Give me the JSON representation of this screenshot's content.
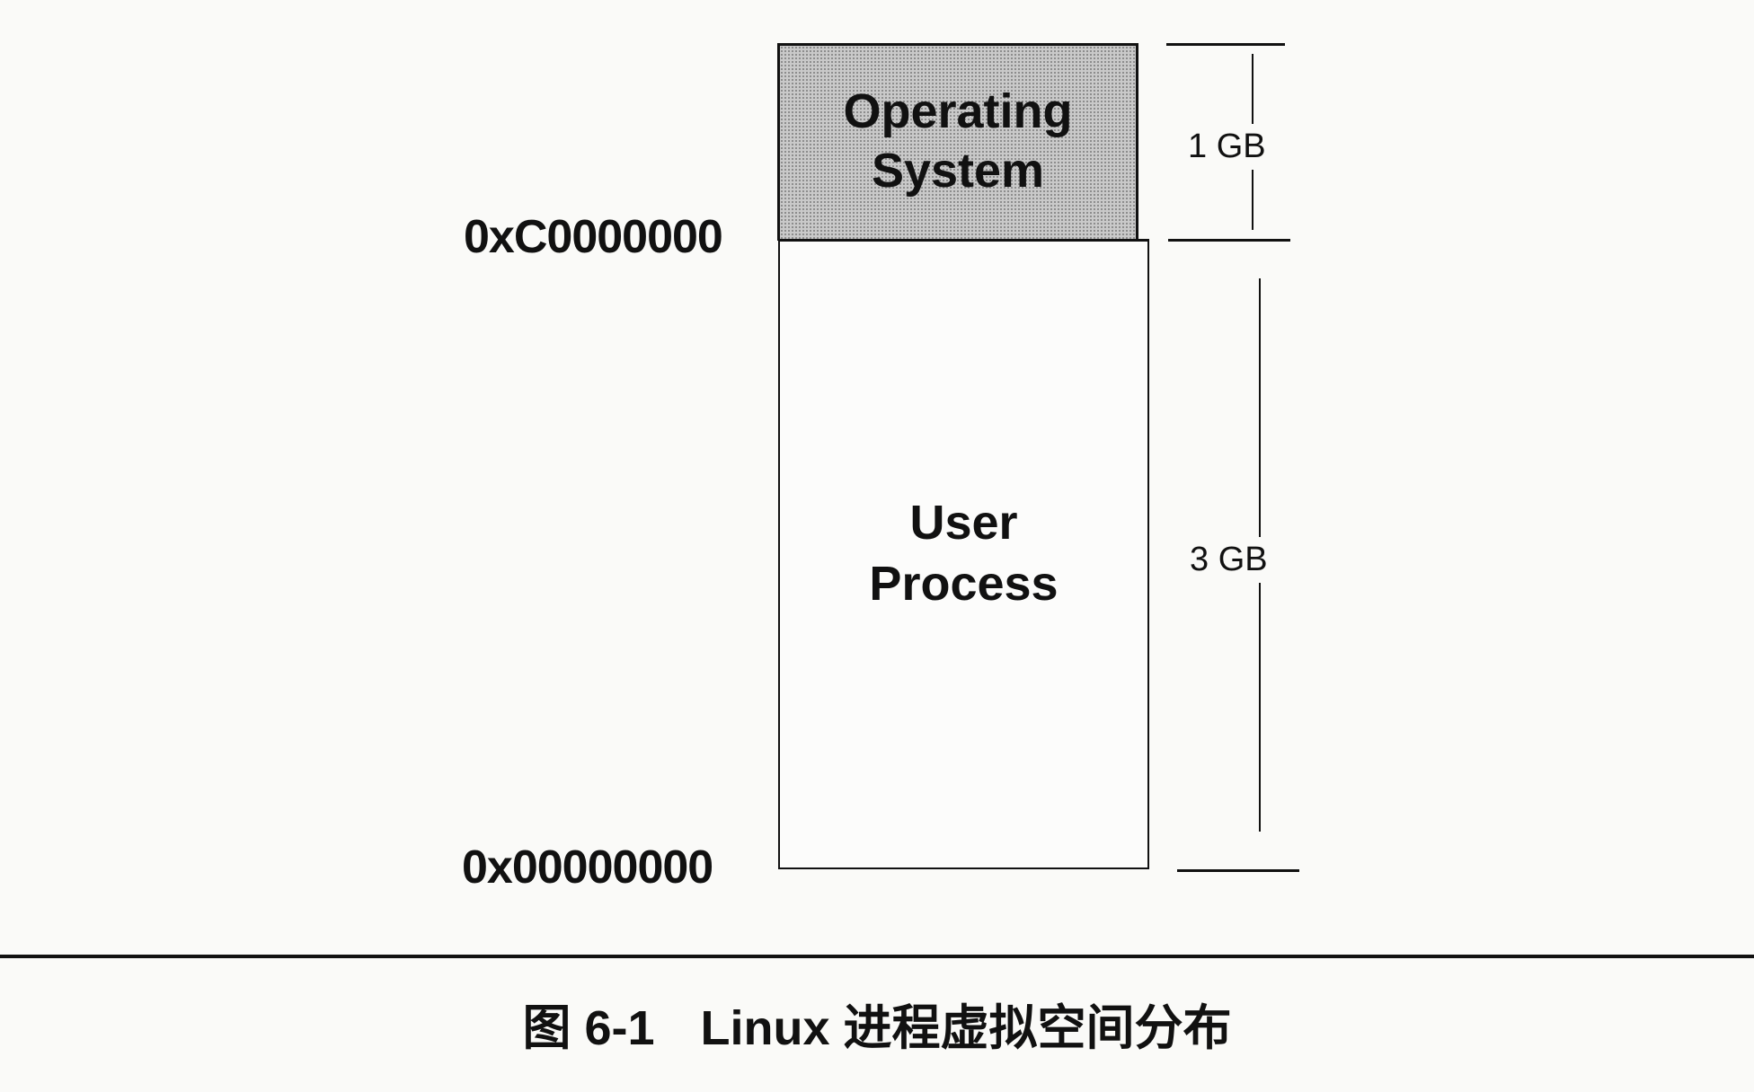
{
  "diagram": {
    "regions": [
      {
        "label_line1": "Operating",
        "label_line2": "System",
        "size": "1 GB",
        "fill": "#c9c9c9"
      },
      {
        "label_line1": "User",
        "label_line2": "Process",
        "size": "3 GB",
        "fill": "#fcfcfb"
      }
    ],
    "addresses": {
      "kernel_boundary": "0xC0000000",
      "base": "0x00000000"
    }
  },
  "caption": {
    "figure_number": "图 6-1",
    "title": "Linux 进程虚拟空间分布"
  }
}
